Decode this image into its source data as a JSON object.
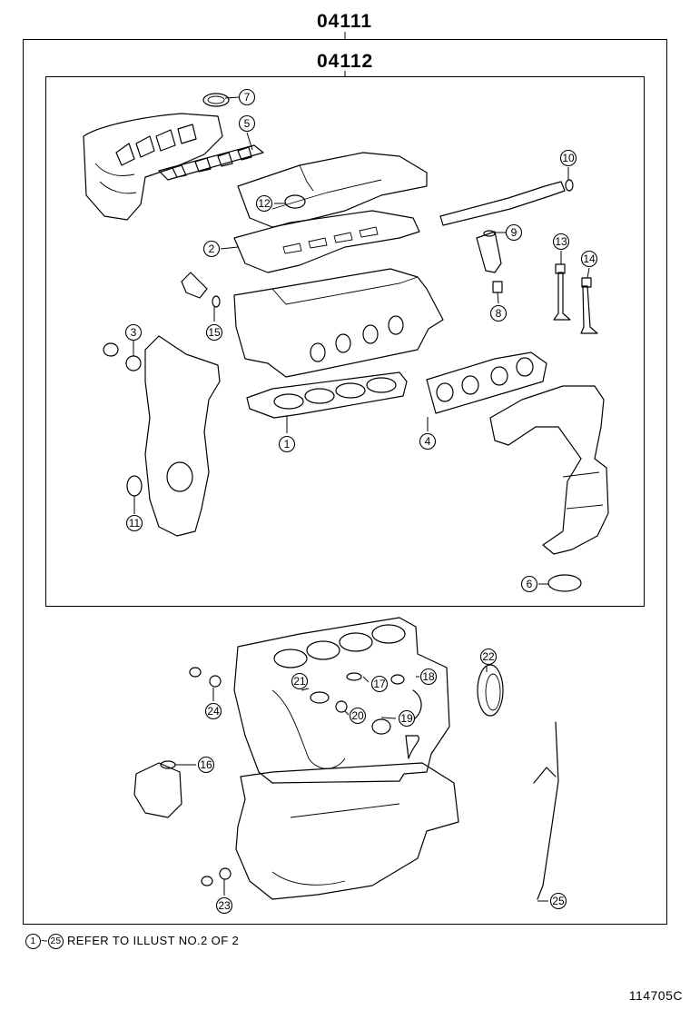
{
  "header": {
    "outer_code": "04111",
    "inner_code": "04112"
  },
  "callouts": [
    {
      "num": "1"
    },
    {
      "num": "2"
    },
    {
      "num": "3"
    },
    {
      "num": "4"
    },
    {
      "num": "5"
    },
    {
      "num": "6"
    },
    {
      "num": "7"
    },
    {
      "num": "8"
    },
    {
      "num": "9"
    },
    {
      "num": "10"
    },
    {
      "num": "11"
    },
    {
      "num": "12"
    },
    {
      "num": "13"
    },
    {
      "num": "14"
    },
    {
      "num": "15"
    },
    {
      "num": "16"
    },
    {
      "num": "17"
    },
    {
      "num": "18"
    },
    {
      "num": "19"
    },
    {
      "num": "20"
    },
    {
      "num": "21"
    },
    {
      "num": "22"
    },
    {
      "num": "23"
    },
    {
      "num": "24"
    },
    {
      "num": "25"
    }
  ],
  "footnote": {
    "from": "1",
    "separator": "~",
    "to": "25",
    "text": "REFER TO ILLUST NO.2 OF 2"
  },
  "diagram_id": "114705C"
}
